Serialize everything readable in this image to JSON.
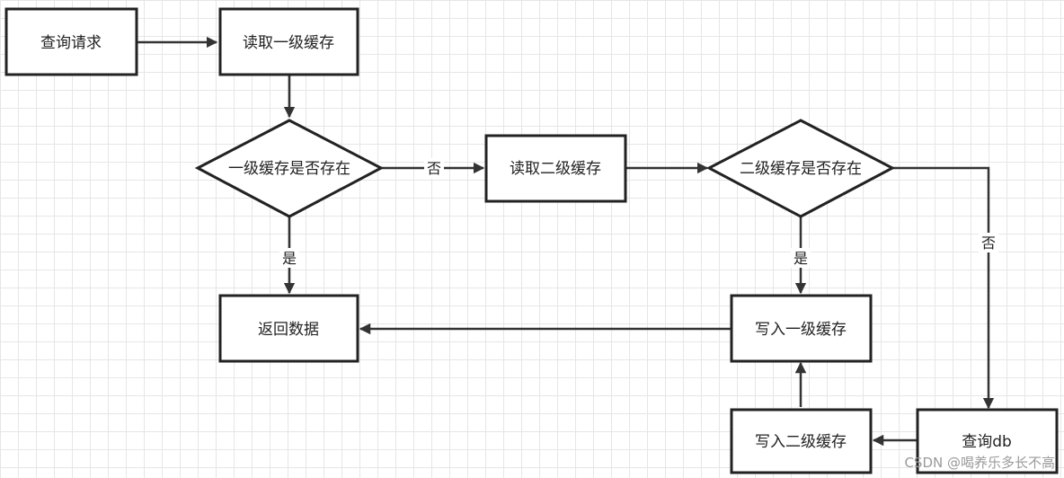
{
  "nodes": {
    "query_request": "查询请求",
    "read_l1": "读取一级缓存",
    "l1_exists": "一级缓存是否存在",
    "read_l2": "读取二级缓存",
    "l2_exists": "二级缓存是否存在",
    "return_data": "返回数据",
    "write_l1": "写入一级缓存",
    "write_l2": "写入二级缓存",
    "query_db": "查询db"
  },
  "edge_labels": {
    "l1_no": "否",
    "l1_yes": "是",
    "l2_yes": "是",
    "l2_no": "否"
  },
  "watermark": "CSDN @喝养乐多长不高"
}
